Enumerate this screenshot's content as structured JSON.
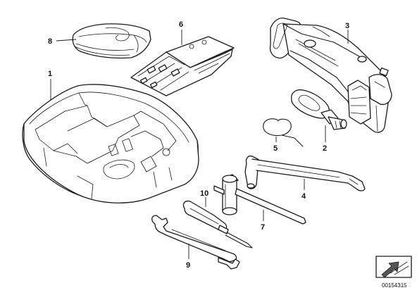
{
  "callouts": {
    "c1": "1",
    "c2": "2",
    "c3": "3",
    "c4": "4",
    "c5": "5",
    "c6": "6",
    "c7": "7",
    "c8": "8",
    "c9": "9",
    "c10": "10"
  },
  "diagram_ref": "00154315",
  "icons": {
    "corner": "view-direction-arrow-icon"
  }
}
